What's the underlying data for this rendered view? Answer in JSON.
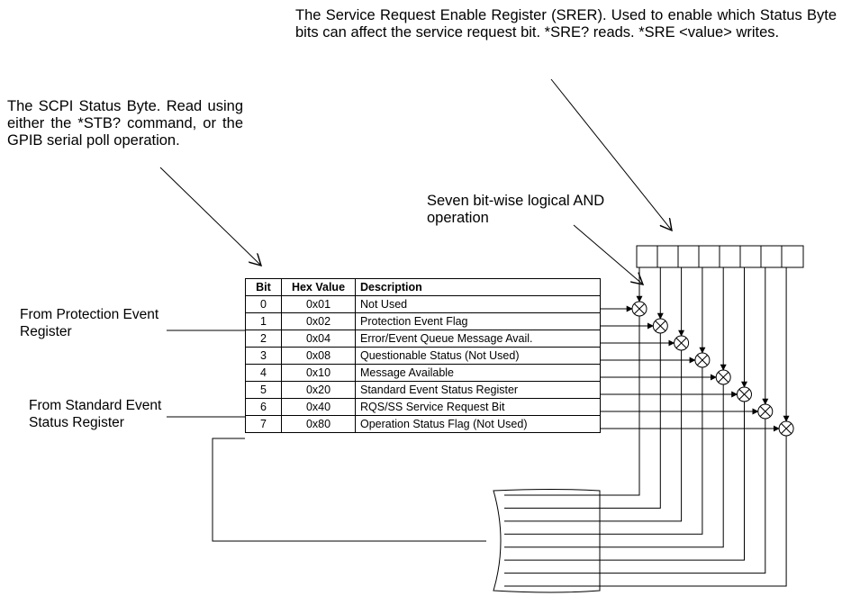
{
  "annotations": {
    "srer_note": "The Service Request Enable Register (SRER). Used to enable which Status Byte bits can affect the service request bit. *SRE? reads. *SRE <value> writes.",
    "stb_note": "The SCPI Status Byte. Read using either the *STB? command, or the GPIB serial poll operation.",
    "and_note": "Seven bit-wise logical AND operation",
    "protection_source": "From Protection Event Register",
    "standard_event_source": "From Standard Event Status Register"
  },
  "table": {
    "headers": [
      "Bit",
      "Hex Value",
      "Description"
    ],
    "rows": [
      {
        "bit": "0",
        "hex": "0x01",
        "desc": "Not Used"
      },
      {
        "bit": "1",
        "hex": "0x02",
        "desc": "Protection Event Flag"
      },
      {
        "bit": "2",
        "hex": "0x04",
        "desc": "Error/Event Queue Message Avail."
      },
      {
        "bit": "3",
        "hex": "0x08",
        "desc": "Questionable Status (Not Used)"
      },
      {
        "bit": "4",
        "hex": "0x10",
        "desc": "Message Available"
      },
      {
        "bit": "5",
        "hex": "0x20",
        "desc": "Standard Event Status Register"
      },
      {
        "bit": "6",
        "hex": "0x40",
        "desc": "RQS/SS Service Request Bit"
      },
      {
        "bit": "7",
        "hex": "0x80",
        "desc": "Operation Status Flag (Not Used)"
      }
    ]
  },
  "srer_register": {
    "cells": 8
  }
}
